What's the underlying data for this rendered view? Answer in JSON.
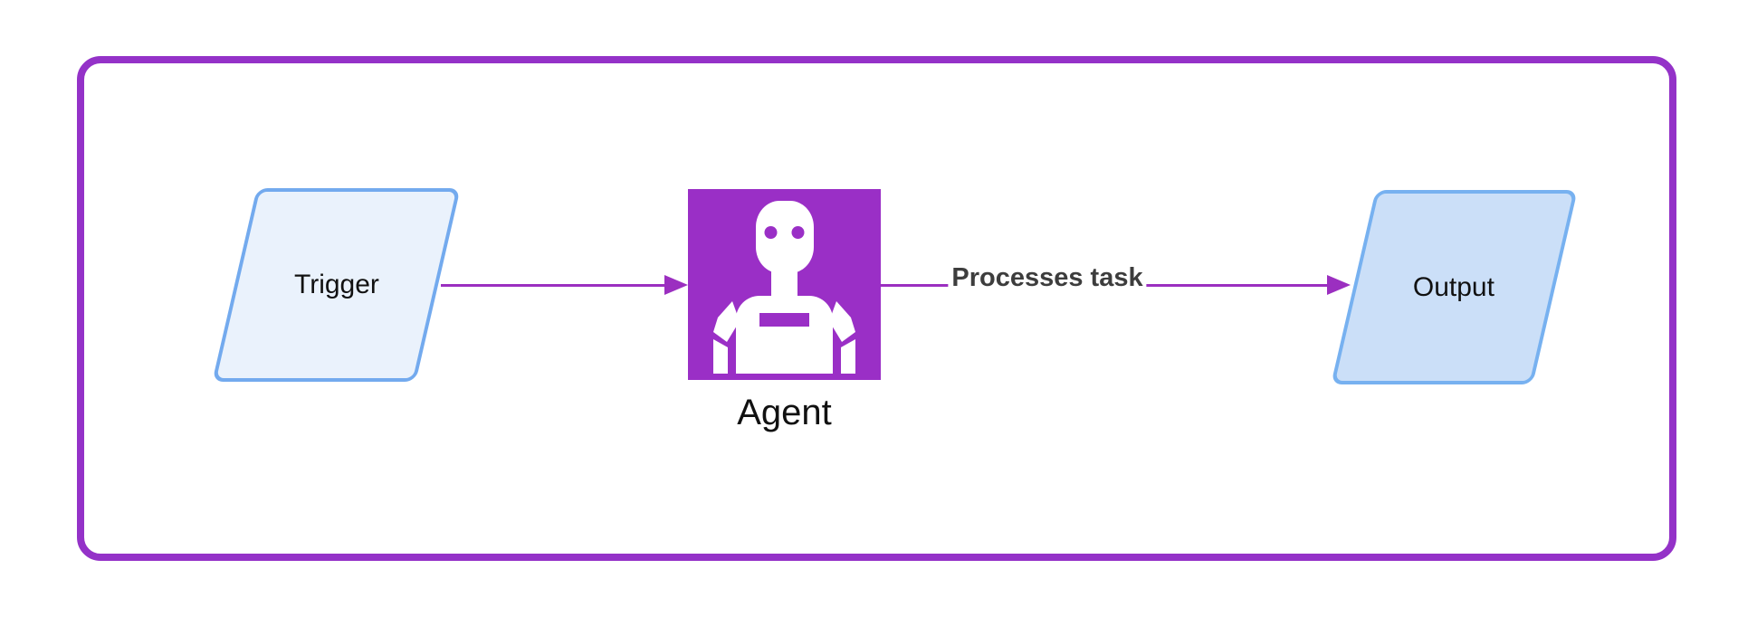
{
  "diagram": {
    "background_color": "#ffffff",
    "frame": {
      "color": "#9432c8"
    },
    "arrow_color": "#9b2fc0",
    "nodes": {
      "trigger": {
        "label": "Trigger",
        "shape": "parallelogram",
        "fill": "#eaf2fc",
        "stroke": "#73aaee"
      },
      "agent": {
        "label": "Agent",
        "shape": "square",
        "fill": "#9a2fc6",
        "icon": "robot-icon"
      },
      "output": {
        "label": "Output",
        "shape": "parallelogram",
        "fill": "#cbdff8",
        "stroke": "#77b1f0"
      }
    },
    "edges": [
      {
        "from": "Trigger",
        "to": "Agent",
        "label": ""
      },
      {
        "from": "Agent",
        "to": "Output",
        "label": "Processes task",
        "label_color": "#3d3d3d"
      }
    ]
  }
}
